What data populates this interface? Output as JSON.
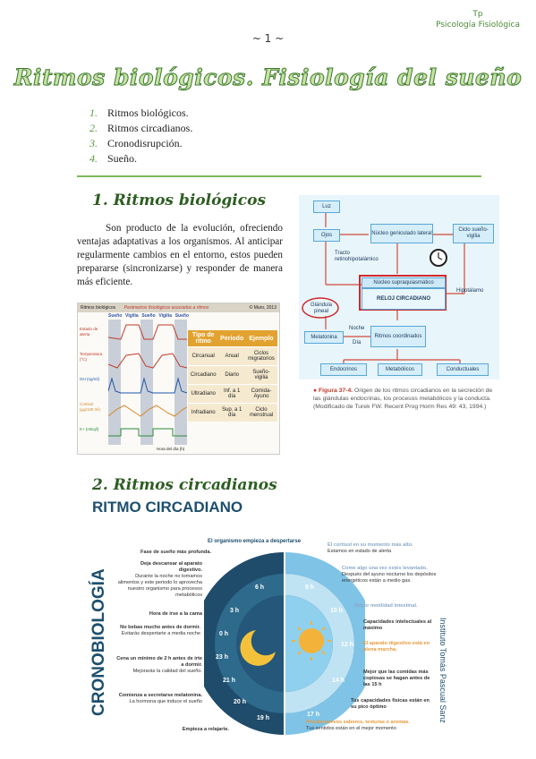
{
  "header": {
    "corner_line1": "Tp",
    "corner_line2": "Psicología Fisiológica",
    "page_number": "~ 1 ~",
    "title": "Ritmos biológicos. Fisiología del sueño"
  },
  "toc": [
    {
      "num": "1.",
      "text": "Ritmos biológicos."
    },
    {
      "num": "2.",
      "text": "Ritmos circadianos."
    },
    {
      "num": "3.",
      "text": "Cronodisrupción."
    },
    {
      "num": "4.",
      "text": "Sueño."
    }
  ],
  "section1": {
    "heading_num": "1.",
    "heading": "Ritmos biológicos",
    "paragraph": "Son producto de la evolución, ofreciendo ventajas adaptativas a los organismos. Al anticipar regularmente cambios en el entorno, estos pueden prepararse (sincronizarse) y responder de manera más eficiente."
  },
  "figure_left": {
    "header_left": "Ritmos biológicos",
    "header_mid": "Parámetros fisiológicos asociados a ritmos",
    "header_right": "© Muro, 2013",
    "phases": [
      "Sueño",
      "Vigilia",
      "Sueño",
      "Vigilia",
      "Sueño"
    ],
    "rows": [
      "Estado de alerta",
      "Temperatura (°C)",
      "GH (ng/ml)",
      "Cortisol (µg/100 ml)",
      "K+ (mEq/l)"
    ],
    "xaxis": "Hora del día (h)",
    "table_headers": [
      "Tipo de ritmo",
      "Periodo",
      "Ejemplo"
    ],
    "table_rows": [
      [
        "Circanual",
        "Anual",
        "Ciclos migratorios"
      ],
      [
        "Circadiano",
        "Diario",
        "Sueño-vigilia"
      ],
      [
        "Ultradiano",
        "Inf. a 1 día",
        "Comida-Ayuno"
      ],
      [
        "Infradiano",
        "Sup. a 1 día",
        "Ciclo menstrual"
      ]
    ]
  },
  "figure_right": {
    "luz": "Luz",
    "ojos": "Ojos",
    "ngl": "Núcleo geniculado lateral",
    "ciclo": "Ciclo sueño-vigilia",
    "tracto": "Tracto retinohipotalámico",
    "nsq": "Núcleo supraquiasmático",
    "reloj": "RELOJ CIRCADIANO",
    "hipotalamo": "Hipotálamo",
    "pineal": "Glándula pineal",
    "noche": "Noche",
    "dia": "Día",
    "melatonina": "Melatonina",
    "ritmos": "Ritmos coordinados",
    "endocrinos": "Endocrinos",
    "metabolicos": "Metabólicos",
    "conductuales": "Conductuales",
    "caption_bold": "● Figura 37-4.",
    "caption": "Origen de los ritmos circadianos en la secreción de las glándulas endocrinas, los procesos metabólicos y la conducta. (Modificado de Turek FW. Recent Prog Horm Res 49: 43, 1994.)"
  },
  "section2": {
    "heading_num": "2.",
    "heading": "Ritmos circadianos",
    "infographic_title": "RITMO CIRCADIANO",
    "side_left": "CRONOBIOLOGÍA",
    "side_right": "Instituto Tomás Pascual Sanz",
    "hours": [
      "6 h",
      "3 h",
      "0 h",
      "23 h",
      "21 h",
      "20 h",
      "19 h",
      "9 h",
      "10 h",
      "12 h",
      "14 h",
      "17 h"
    ],
    "top_note": "El organismo empieza a despertarse",
    "left_notes": [
      {
        "b": "Fase de sueño más profunda.",
        "t": ""
      },
      {
        "b": "Deja descansar al aparato digestivo.",
        "t": "Durante la noche no tomamos alimentos y este periodo lo aprovecha nuestro organismo para procesos metabólicos"
      },
      {
        "b": "Hora de irse a la cama",
        "t": ""
      },
      {
        "b": "No bebas mucho antes de dormir.",
        "t": "Evitarás despertarte a media noche"
      },
      {
        "b": "Cena un mínimo de 2 h antes de irte a dormir.",
        "t": "Mejorarás la calidad del sueño."
      },
      {
        "b": "Comienza a secretarse melatonina.",
        "t": "La hormona que induce el sueño"
      },
      {
        "b": "Empieza a relajarte.",
        "t": ""
      }
    ],
    "right_notes": [
      {
        "b": "El cortisol en su momento más alto.",
        "t": "Estamos en estado de alerta"
      },
      {
        "b": "Come algo una vez estés levantado.",
        "t": "Después del ayuno nocturno los depósitos energéticos están a medio gas."
      },
      {
        "b": "Mayor motilidad intestinal.",
        "t": ""
      },
      {
        "b": "Capacidades intelectuales al máximo",
        "t": ""
      },
      {
        "b": "El aparato digestivo está en plena marcha.",
        "t": ""
      },
      {
        "b": "Mejor que las comidas más copiosas se hagan antes de las 15 h",
        "t": ""
      },
      {
        "b": "Tus capacidades físicas están en su pico óptimo",
        "t": ""
      },
      {
        "b": "Prueba nuevos sabores, texturas o aromas.",
        "t": "Tus sentidos están en el mejor momento"
      }
    ]
  }
}
